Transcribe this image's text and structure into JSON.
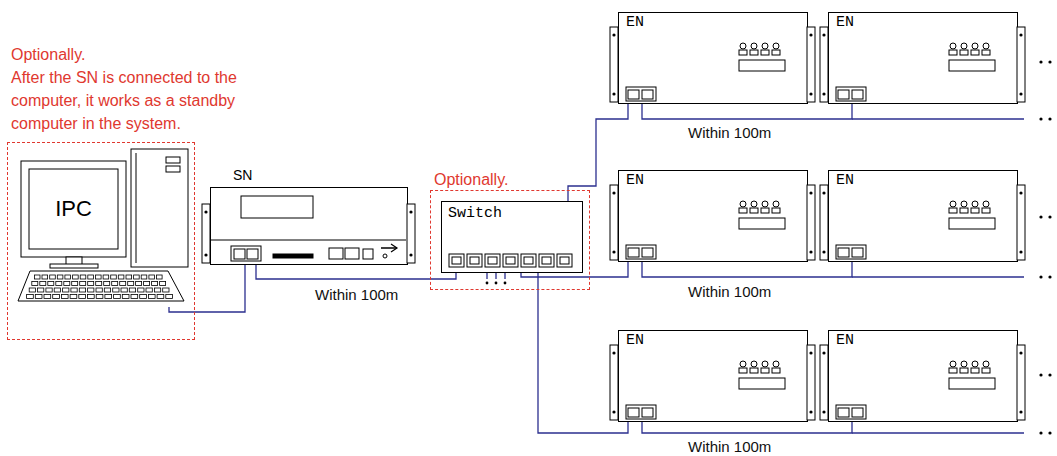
{
  "diagram": {
    "nodes": [
      {
        "text": [
          "Optionally.",
          "After the SN is connected to the computer, it works as a standby computer in the system."
        ]
      },
      {
        "text": [
          "IPC"
        ],
        "in": 0
      },
      {
        "text": [
          "SN"
        ]
      },
      {
        "text": [
          "Optionally."
        ]
      },
      {
        "text": [
          "Switch"
        ],
        "in": 3
      },
      {
        "text": [
          "EN"
        ]
      },
      {
        "text": [
          "EN"
        ]
      },
      {
        "text": [
          "EN"
        ]
      },
      {
        "text": [
          "EN"
        ]
      },
      {
        "text": [
          "EN"
        ]
      },
      {
        "text": [
          "EN"
        ]
      }
    ],
    "edges": [
      {
        "from": 1,
        "to": 2,
        "arrow": "none"
      },
      {
        "from": 2,
        "to": 4,
        "arrow": "none",
        "label": "Within 100m"
      },
      {
        "from": 4,
        "to": 5,
        "arrow": "none"
      },
      {
        "from": 5,
        "to": 6,
        "arrow": "none",
        "label": "Within 100m"
      },
      {
        "from": 4,
        "to": 7,
        "arrow": "none"
      },
      {
        "from": 7,
        "to": 8,
        "arrow": "none",
        "label": "Within 100m"
      },
      {
        "from": 4,
        "to": 9,
        "arrow": "none"
      },
      {
        "from": 9,
        "to": 10,
        "arrow": "none",
        "label": "Within 100m"
      }
    ]
  }
}
